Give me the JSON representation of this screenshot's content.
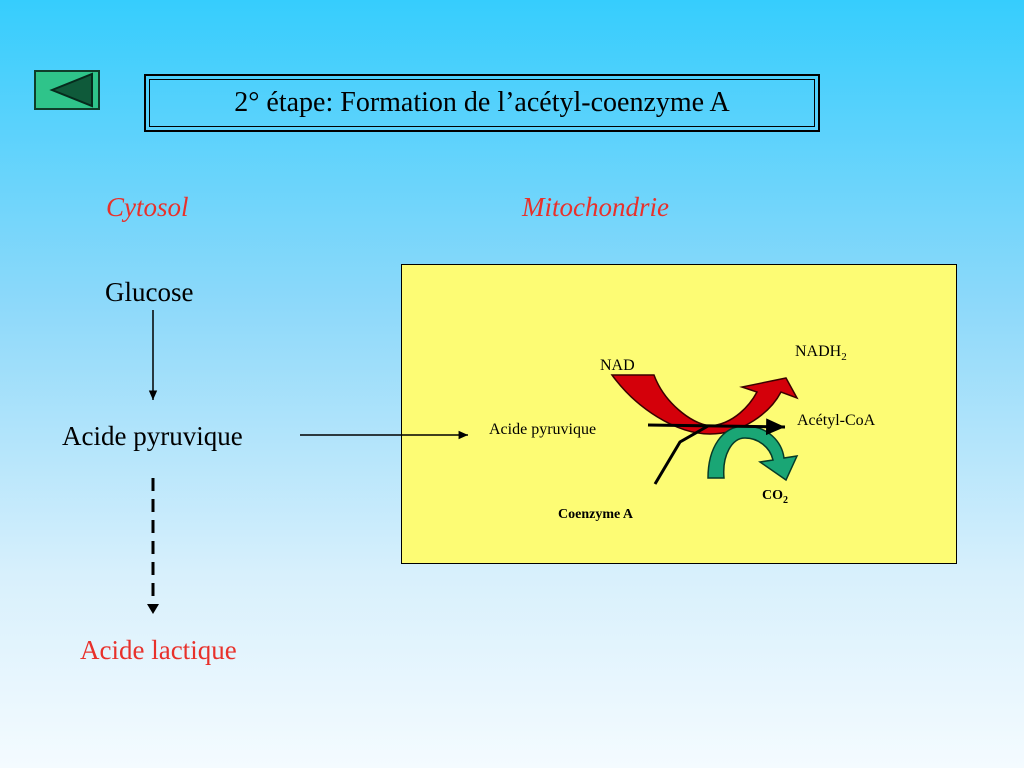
{
  "title": "2° étape: Formation de l’acétyl-coenzyme A",
  "back_button_label": "Retour",
  "labels": {
    "cytosol": "Cytosol",
    "mitochondrie": "Mitochondrie",
    "glucose": "Glucose",
    "acide_pyruvique_left": "Acide pyruvique",
    "acide_lactique": "Acide lactique"
  },
  "mito": {
    "acide_pyruvique": "Acide pyruvique",
    "nad": "NAD",
    "nadh_base": "NADH",
    "nadh_sub": "2",
    "acetyl_coa": "Acétyl-CoA",
    "co2_base": "CO",
    "co2_sub": "2",
    "coenzyme_a": "Coenzyme A"
  },
  "colors": {
    "accent_red": "#e8312b",
    "mito_fill": "#fdfc74",
    "nad_arrow": "#d4000a",
    "co2_arrow": "#1aa675",
    "back_button": "#2fc48a"
  },
  "icons": {
    "back": "triangle-left-icon"
  }
}
